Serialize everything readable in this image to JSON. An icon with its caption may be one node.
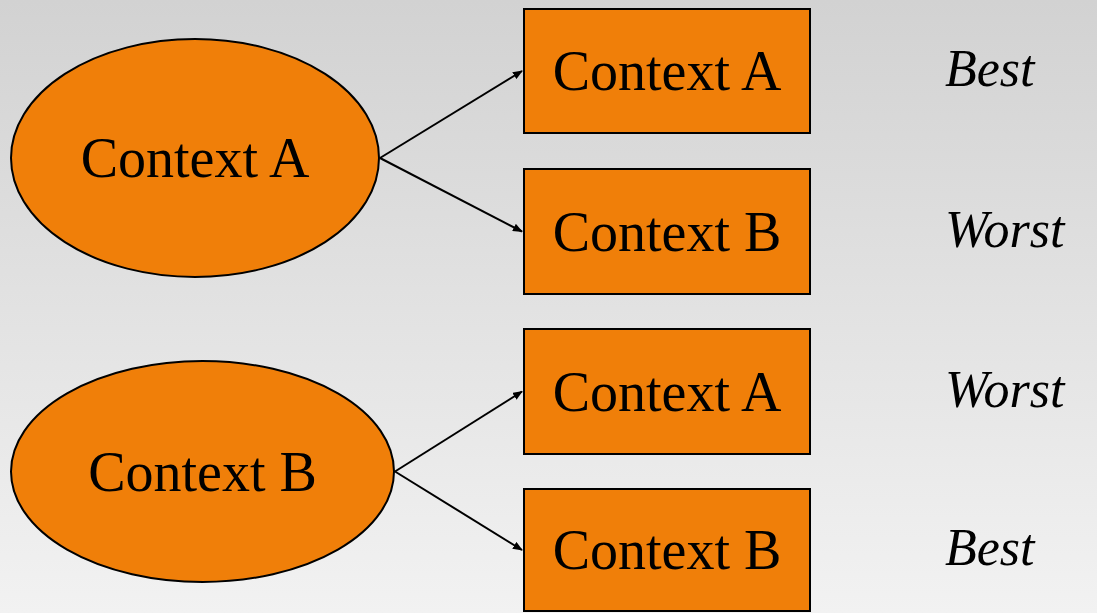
{
  "diagram": {
    "nodes": [
      {
        "text": [
          "Context A"
        ]
      },
      {
        "text": [
          "Context A"
        ],
        "beside": [
          "Best"
        ]
      },
      {
        "text": [
          "Context B"
        ],
        "beside": [
          "Worst"
        ]
      },
      {
        "text": [
          "Context B"
        ]
      },
      {
        "text": [
          "Context A"
        ],
        "beside": [
          "Worst"
        ]
      },
      {
        "text": [
          "Context B"
        ],
        "beside": [
          "Best"
        ]
      }
    ],
    "edges": [
      {
        "from": 0,
        "to": 1,
        "arrow": "to"
      },
      {
        "from": 0,
        "to": 2,
        "arrow": "to"
      },
      {
        "from": 3,
        "to": 4,
        "arrow": "to"
      },
      {
        "from": 3,
        "to": 5,
        "arrow": "to"
      }
    ]
  }
}
